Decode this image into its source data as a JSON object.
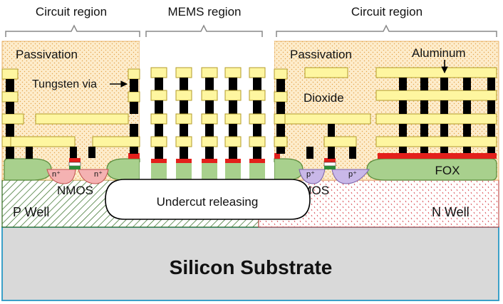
{
  "labels": {
    "circuit_region_left": "Circuit  region",
    "mems_region": "MEMS region",
    "circuit_region_right": "Circuit  region",
    "passivation_left": "Passivation",
    "passivation_right": "Passivation",
    "aluminum": "Aluminum",
    "tungsten_via": "Tungsten via",
    "dioxide": "Dioxide",
    "fox": "FOX",
    "nmos": "NMOS",
    "pmos": "PMOS",
    "n_plus": "n⁺",
    "p_plus": "p⁺",
    "undercut": "Undercut releasing",
    "p_well": "P Well",
    "n_well": "N Well",
    "substrate": "Silicon Substrate"
  },
  "colors": {
    "passivation": "#fdeccb",
    "dot": "#e3a24a",
    "metal": "#fef6a0",
    "metal_stroke": "#b39b2a",
    "via": "#000000",
    "gate": "#e3201b",
    "fox": "#a8d08d",
    "fox_stroke": "#5a8c3c",
    "n_diff": "#f4b2b2",
    "p_diff": "#c9b8e8",
    "p_well_hatch": "#2f6a1f",
    "n_well_dot": "#d9484f",
    "substrate": "#d9d9d9",
    "substrate_stroke": "#3ba0c8"
  }
}
